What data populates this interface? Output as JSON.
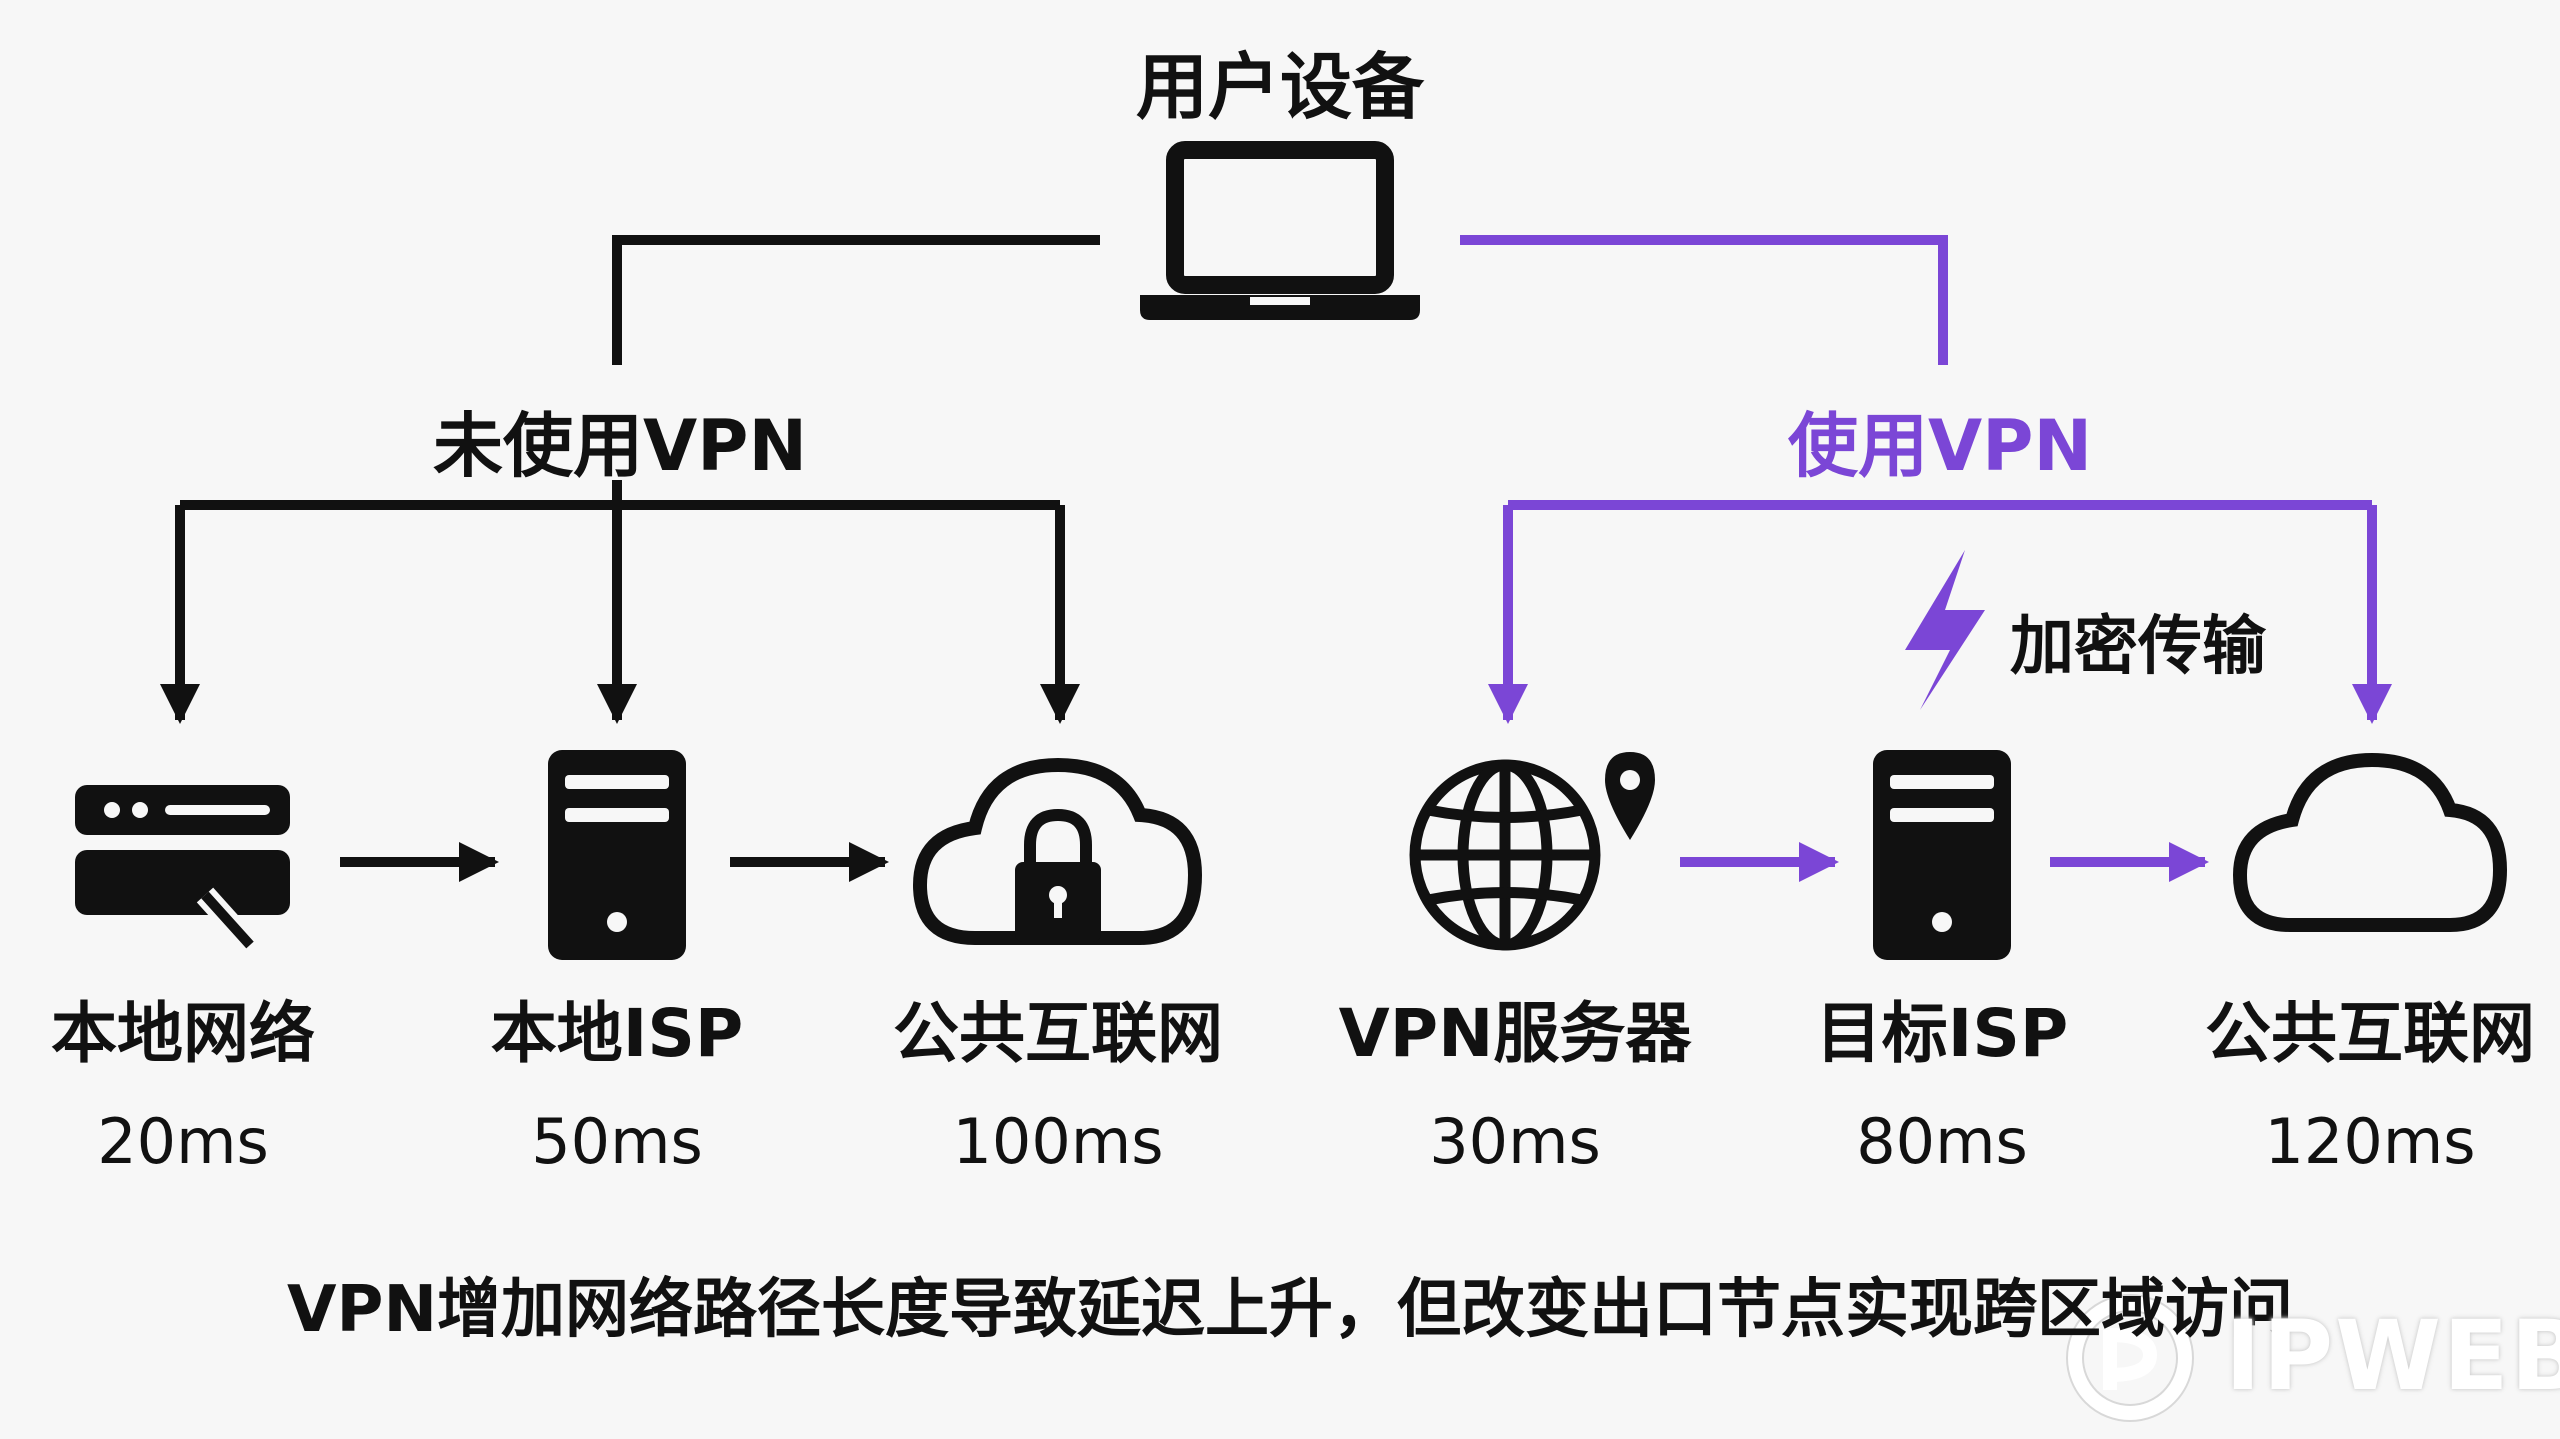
{
  "colors": {
    "black": "#111111",
    "purple": "#7b46d6",
    "background": "#f7f7f7"
  },
  "top": {
    "title": "用户设备",
    "icon": "laptop-icon"
  },
  "branches": {
    "no_vpn": {
      "label": "未使用VPN"
    },
    "vpn": {
      "label": "使用VPN",
      "encryption_label": "加密传输",
      "encryption_icon": "lightning-icon"
    }
  },
  "nodes_no_vpn": [
    {
      "label": "本地网络",
      "latency": "20ms",
      "icon": "router-icon"
    },
    {
      "label": "本地ISP",
      "latency": "50ms",
      "icon": "server-icon"
    },
    {
      "label": "公共互联网",
      "latency": "100ms",
      "icon": "cloud-lock-icon"
    }
  ],
  "nodes_vpn": [
    {
      "label": "VPN服务器",
      "latency": "30ms",
      "icon": "globe-pin-icon"
    },
    {
      "label": "目标ISP",
      "latency": "80ms",
      "icon": "server-icon"
    },
    {
      "label": "公共互联网",
      "latency": "120ms",
      "icon": "cloud-icon"
    }
  ],
  "caption": "VPN增加网络路径长度导致延迟上升，但改变出口节点实现跨区域访问",
  "watermark": {
    "text": "IPWEB"
  }
}
